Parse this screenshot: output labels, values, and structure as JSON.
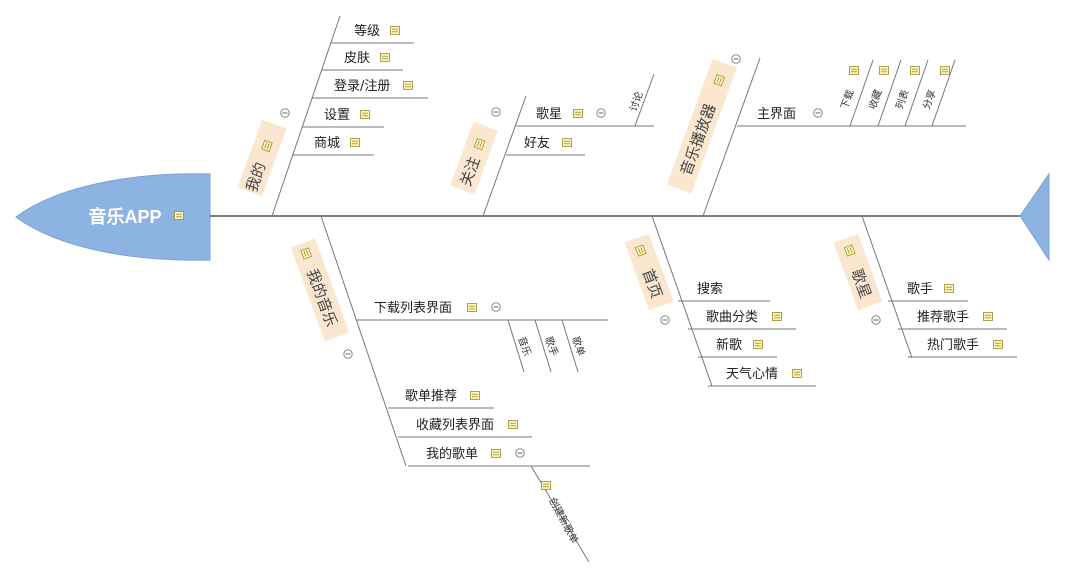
{
  "head": {
    "label": "音乐APP"
  },
  "categories": {
    "mine": {
      "label": "我的",
      "items": [
        "等级",
        "皮肤",
        "登录/注册",
        "设置",
        "商城"
      ]
    },
    "follow": {
      "label": "关注",
      "items": [
        "歌星",
        "好友"
      ],
      "sub": "讨论"
    },
    "player": {
      "label": "音乐播放器",
      "main": "主界面",
      "subs": [
        "下载",
        "收藏",
        "列表",
        "分享"
      ]
    },
    "mymusic": {
      "label": "我的音乐",
      "download": "下载列表界面",
      "download_subs": [
        "音乐",
        "歌手",
        "歌单"
      ],
      "items": [
        "歌单推荐",
        "收藏列表界面",
        "我的歌单"
      ],
      "playlist_sub": "创建新歌单"
    },
    "home": {
      "label": "首页",
      "items": [
        "搜索",
        "歌曲分类",
        "新歌",
        "天气心情"
      ]
    },
    "singer": {
      "label": "歌星",
      "items": [
        "歌手",
        "推荐歌手",
        "热门歌手"
      ]
    }
  }
}
